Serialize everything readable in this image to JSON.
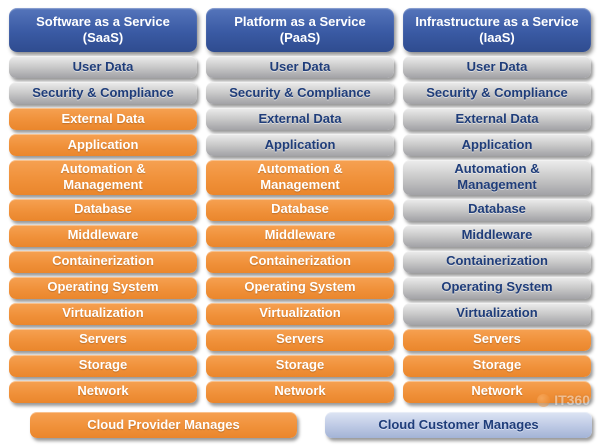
{
  "colors": {
    "header_blue": "#3A5AA4",
    "provider_orange": "#F0913A",
    "customer_silver": "#C9C9C9",
    "customer_text_blue": "#1F3D7A",
    "legend_customer_blue": "#BDC9E4"
  },
  "columns": [
    {
      "key": "saas",
      "header": "Software as a Service\n(SaaS)",
      "rows": [
        {
          "label": "User Data",
          "managed_by": "customer"
        },
        {
          "label": "Security & Compliance",
          "managed_by": "customer"
        },
        {
          "label": "External Data",
          "managed_by": "provider"
        },
        {
          "label": "Application",
          "managed_by": "provider"
        },
        {
          "label": "Automation &\nManagement",
          "managed_by": "provider"
        },
        {
          "label": "Database",
          "managed_by": "provider"
        },
        {
          "label": "Middleware",
          "managed_by": "provider"
        },
        {
          "label": "Containerization",
          "managed_by": "provider"
        },
        {
          "label": "Operating System",
          "managed_by": "provider"
        },
        {
          "label": "Virtualization",
          "managed_by": "provider"
        },
        {
          "label": "Servers",
          "managed_by": "provider"
        },
        {
          "label": "Storage",
          "managed_by": "provider"
        },
        {
          "label": "Network",
          "managed_by": "provider"
        }
      ]
    },
    {
      "key": "paas",
      "header": "Platform as a Service\n(PaaS)",
      "rows": [
        {
          "label": "User Data",
          "managed_by": "customer"
        },
        {
          "label": "Security & Compliance",
          "managed_by": "customer"
        },
        {
          "label": "External Data",
          "managed_by": "customer"
        },
        {
          "label": "Application",
          "managed_by": "customer"
        },
        {
          "label": "Automation &\nManagement",
          "managed_by": "provider"
        },
        {
          "label": "Database",
          "managed_by": "provider"
        },
        {
          "label": "Middleware",
          "managed_by": "provider"
        },
        {
          "label": "Containerization",
          "managed_by": "provider"
        },
        {
          "label": "Operating System",
          "managed_by": "provider"
        },
        {
          "label": "Virtualization",
          "managed_by": "provider"
        },
        {
          "label": "Servers",
          "managed_by": "provider"
        },
        {
          "label": "Storage",
          "managed_by": "provider"
        },
        {
          "label": "Network",
          "managed_by": "provider"
        }
      ]
    },
    {
      "key": "iaas",
      "header": "Infrastructure as a Service\n(IaaS)",
      "rows": [
        {
          "label": "User Data",
          "managed_by": "customer"
        },
        {
          "label": "Security & Compliance",
          "managed_by": "customer"
        },
        {
          "label": "External Data",
          "managed_by": "customer"
        },
        {
          "label": "Application",
          "managed_by": "customer"
        },
        {
          "label": "Automation &\nManagement",
          "managed_by": "customer"
        },
        {
          "label": "Database",
          "managed_by": "customer"
        },
        {
          "label": "Middleware",
          "managed_by": "customer"
        },
        {
          "label": "Containerization",
          "managed_by": "customer"
        },
        {
          "label": "Operating System",
          "managed_by": "customer"
        },
        {
          "label": "Virtualization",
          "managed_by": "customer"
        },
        {
          "label": "Servers",
          "managed_by": "provider"
        },
        {
          "label": "Storage",
          "managed_by": "provider"
        },
        {
          "label": "Network",
          "managed_by": "provider"
        }
      ]
    }
  ],
  "legend": {
    "provider_label": "Cloud Provider Manages",
    "customer_label": "Cloud Customer Manages"
  },
  "watermark": {
    "text": "IT360"
  }
}
